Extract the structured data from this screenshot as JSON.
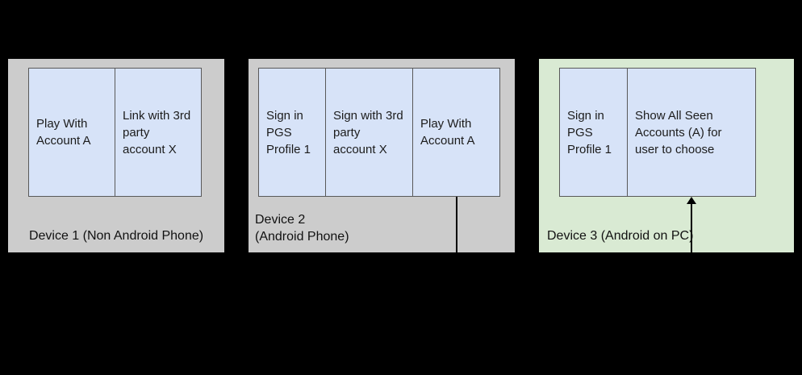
{
  "canvas": {
    "background": "#000000"
  },
  "colors": {
    "device_gray": "#cccccc",
    "device_green": "#d9ead3",
    "step_blue": "#d7e3f8",
    "step_border": "#595959",
    "connector": "#000000"
  },
  "devices": [
    {
      "label": "Device 1 (Non Android Phone)",
      "steps": [
        "Play With Account A",
        "Link with 3rd party account X"
      ]
    },
    {
      "label": "Device 2\n(Android Phone)",
      "steps": [
        "Sign in PGS Profile 1",
        "Sign with 3rd party account X",
        "Play With Account A"
      ]
    },
    {
      "label": "Device 3 (Android on PC)",
      "steps": [
        "Sign in PGS Profile 1",
        "Show All Seen Accounts (A) for user to choose"
      ]
    }
  ]
}
